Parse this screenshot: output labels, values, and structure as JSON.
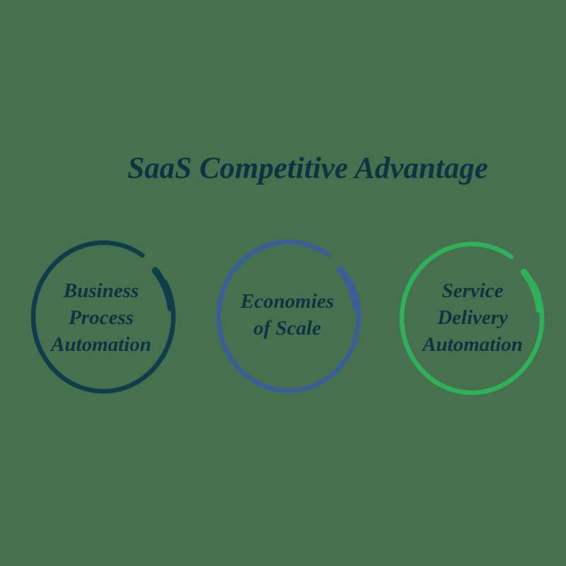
{
  "title": "SaaS Competitive Advantage",
  "colors": {
    "background": "#47704e",
    "text": "#0c3543",
    "circle_1_stroke": "#0f3d4c",
    "circle_2_stroke": "#3a5e99",
    "circle_3_stroke": "#2fb05a"
  },
  "circles": [
    {
      "id": "business-process-automation",
      "color": "#0f3d4c",
      "lines": [
        "Business",
        "Process",
        "Automation"
      ]
    },
    {
      "id": "economies-of-scale",
      "color": "#3a5e99",
      "lines": [
        "Economies",
        "of Scale"
      ]
    },
    {
      "id": "service-delivery-automation",
      "color": "#2fb05a",
      "lines": [
        "Service",
        "Delivery",
        "Automation"
      ]
    }
  ]
}
